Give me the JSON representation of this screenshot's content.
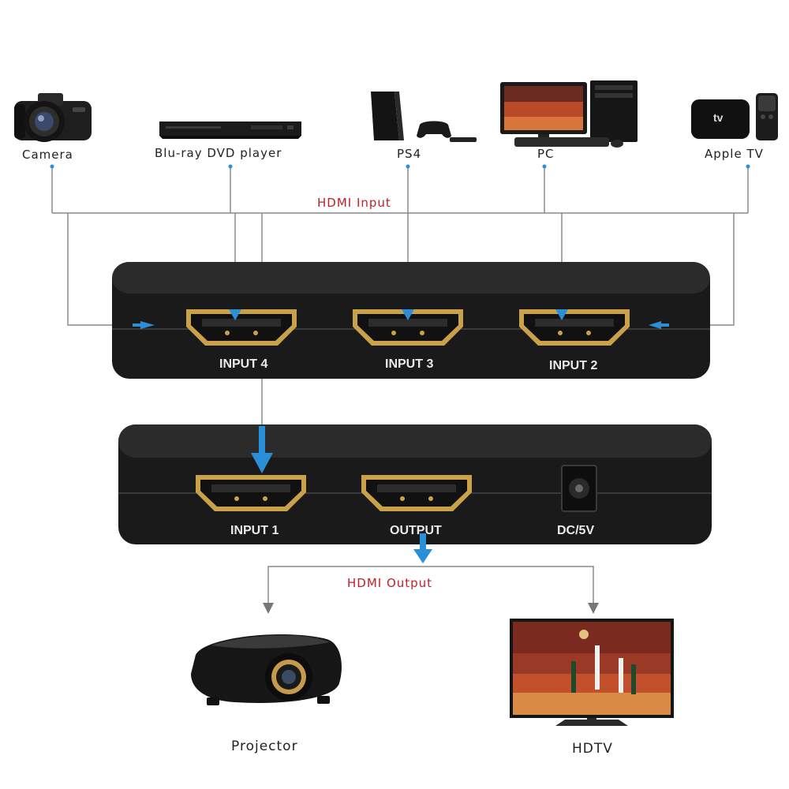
{
  "devices": {
    "inputs": [
      {
        "label": "Camera",
        "icon": "camera-icon"
      },
      {
        "label": "Blu-ray DVD player",
        "icon": "bluray-player-icon"
      },
      {
        "label": "PS4",
        "icon": "game-console-icon"
      },
      {
        "label": "PC",
        "icon": "desktop-computer-icon"
      },
      {
        "label": "Apple TV",
        "icon": "apple-tv-icon"
      }
    ],
    "outputs": [
      {
        "label": "Projector",
        "icon": "projector-icon"
      },
      {
        "label": "HDTV",
        "icon": "tv-icon"
      }
    ]
  },
  "labels": {
    "hdmi_input": "HDMI Input",
    "hdmi_output": "HDMI Output"
  },
  "switch_top": {
    "ports": [
      "INPUT 4",
      "INPUT 3",
      "INPUT 2"
    ]
  },
  "switch_bottom": {
    "ports": [
      "INPUT 1",
      "OUTPUT",
      "DC/5V"
    ]
  },
  "apple_tv_text": "tv",
  "colors": {
    "arrow": "#2a8fd6",
    "line": "#8a8a8a",
    "label_red": "#c0202a",
    "device_body": "#1c1c1c",
    "port_gold": "#c9a14a"
  }
}
